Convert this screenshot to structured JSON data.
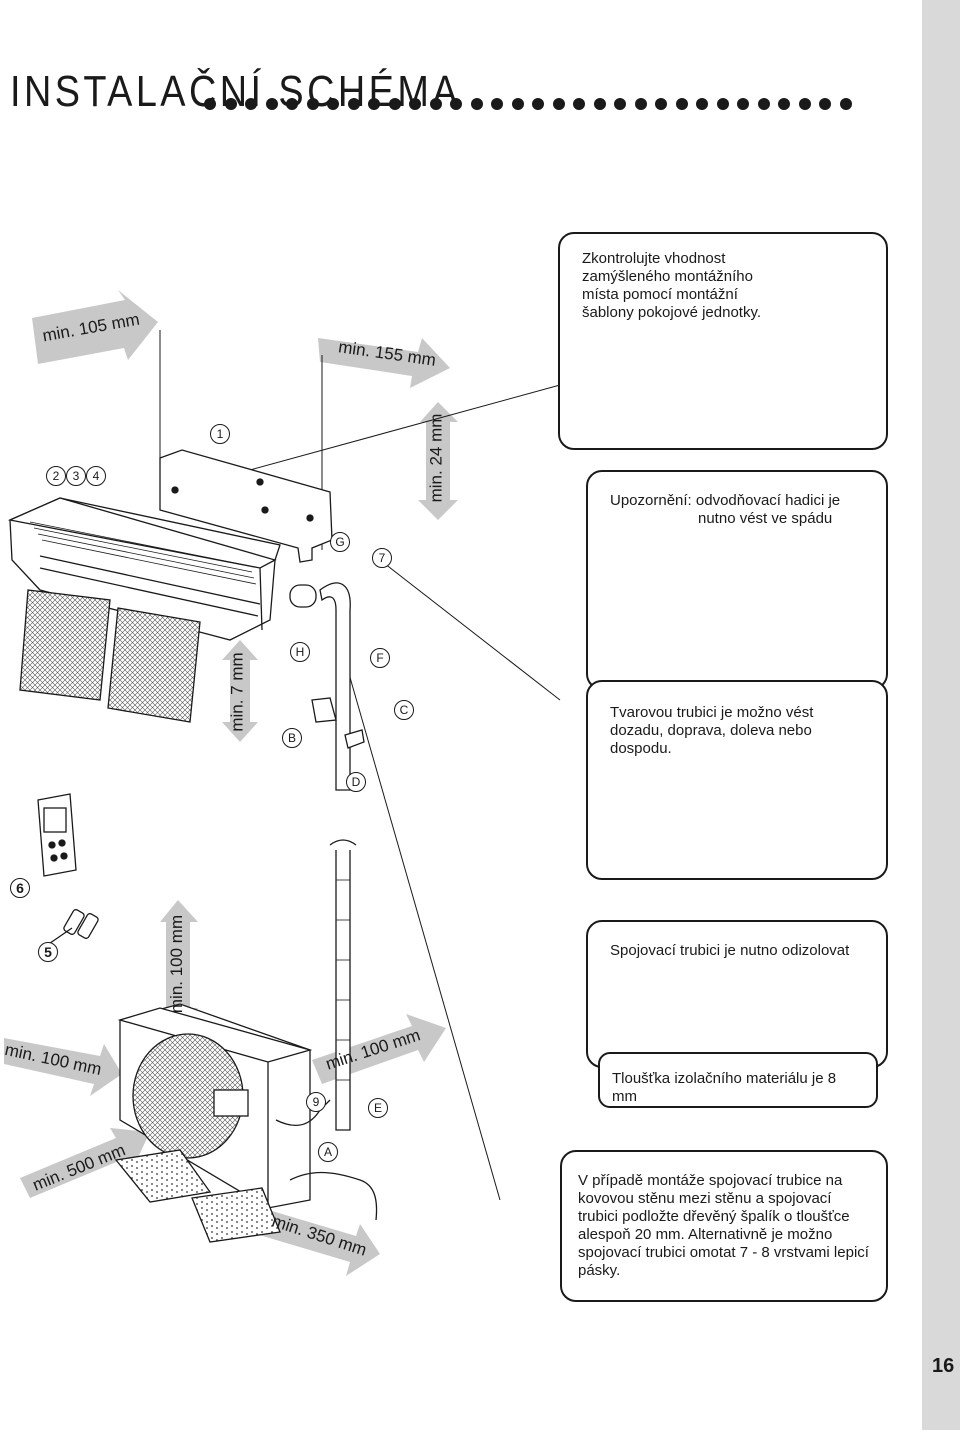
{
  "header": {
    "title": "INSTALAČNÍ SCHÉMA"
  },
  "callouts": {
    "check_template": "Zkontrolujte vhodnost zamýšleného montážního místa pomocí montážní šablony pokojové jednotky.",
    "drain_line1": "Upozornění: odvodňovací hadici je",
    "drain_line2": "nutno vést ve spádu",
    "pipe_direction": "Tvarovou trubici je možno vést dozadu, doprava, doleva nebo dospodu.",
    "insulate": "Spojovací trubici je nutno odizolovat",
    "insulation_thickness": "Tloušťka izolačního materiálu je 8 mm",
    "metal_wall": "V případě montáže spojovací trubice na kovovou stěnu mezi stěnu a spojovací trubici podložte dřevěný špalík o tloušťce alespoň 20 mm. Alternativně je možno spojovací trubici omotat 7 - 8 vrstvami lepicí pásky."
  },
  "clearances": {
    "left_105": "min. 105 mm",
    "right_155": "min. 155 mm",
    "top_24": "min. 24 mm",
    "floor_7": "min. 7 mm",
    "top_100": "min. 100 mm",
    "left_100": "min. 100 mm",
    "right_100": "min. 100 mm",
    "back_500": "min. 500 mm",
    "front_350": "min. 350 mm"
  },
  "markers": {
    "m1": "1",
    "m2": "2",
    "m3": "3",
    "m4": "4",
    "m5": "5",
    "m6": "6",
    "m7": "7",
    "m9": "9",
    "mA": "A",
    "mB": "B",
    "mC": "C",
    "mD": "D",
    "mE": "E",
    "mF": "F",
    "mG": "G",
    "mH": "H"
  },
  "footer": {
    "page_number": "16"
  },
  "colors": {
    "arrow_fill": "#c8c8c8",
    "sidebar": "#d9d9d9",
    "ink": "#1a1a1a"
  }
}
